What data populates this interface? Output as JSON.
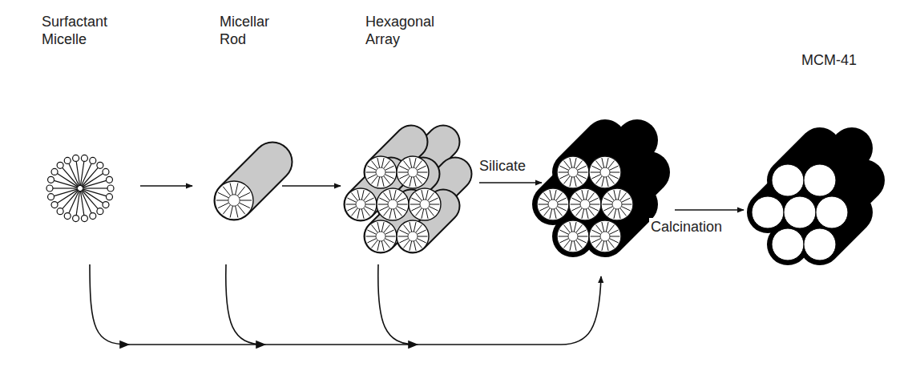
{
  "diagram": {
    "labels": [
      "Surfactant Micelle",
      "Micellar Rod",
      "Hexagonal Array",
      "Silicate",
      "Calcination",
      "MCM-41"
    ]
  }
}
